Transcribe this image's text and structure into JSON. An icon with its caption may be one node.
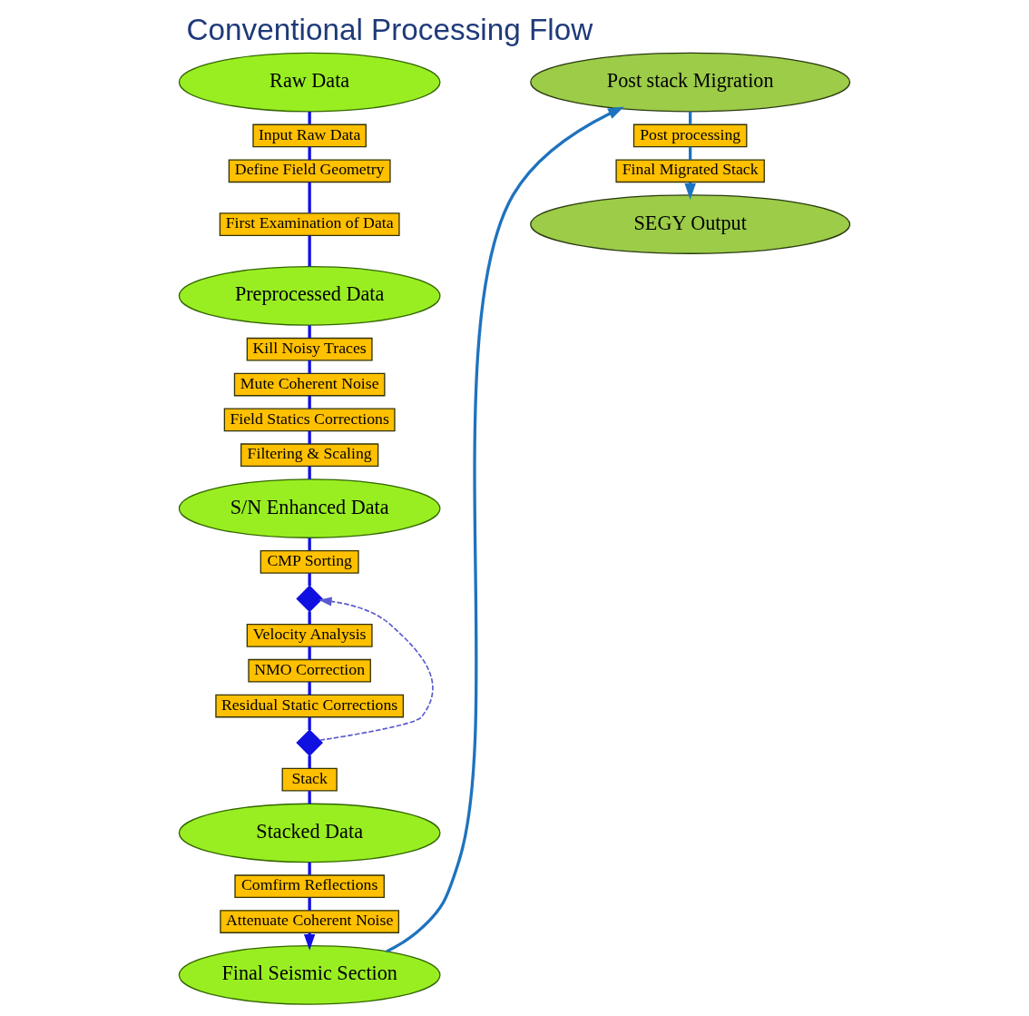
{
  "diagram": {
    "title": "Conventional Processing Flow",
    "nodes": [
      {
        "text": [
          "Raw Data"
        ]
      },
      {
        "text": [
          "Input Raw Data"
        ]
      },
      {
        "text": [
          "Define Field Geometry"
        ]
      },
      {
        "text": [
          "First Examination of Data"
        ]
      },
      {
        "text": [
          "Preprocessed Data"
        ]
      },
      {
        "text": [
          "Kill Noisy Traces"
        ]
      },
      {
        "text": [
          "Mute Coherent Noise"
        ]
      },
      {
        "text": [
          "Field Statics Corrections"
        ]
      },
      {
        "text": [
          "Filtering & Scaling"
        ]
      },
      {
        "text": [
          "S/N Enhanced Data"
        ]
      },
      {
        "text": [
          "CMP Sorting"
        ]
      },
      {
        "text": [],
        "shape": "diamond"
      },
      {
        "text": [
          "Velocity Analysis"
        ]
      },
      {
        "text": [
          "NMO Correction"
        ]
      },
      {
        "text": [
          "Residual Static Corrections"
        ]
      },
      {
        "text": [],
        "shape": "diamond"
      },
      {
        "text": [
          "Stack"
        ]
      },
      {
        "text": [
          "Stacked Data"
        ]
      },
      {
        "text": [
          "Comfirm Reflections"
        ]
      },
      {
        "text": [
          "Attenuate Coherent Noise"
        ]
      },
      {
        "text": [
          "Final Seismic Section"
        ]
      },
      {
        "text": [
          "Post stack Migration"
        ]
      },
      {
        "text": [
          "Post processing"
        ]
      },
      {
        "text": [
          "Final Migrated Stack"
        ]
      },
      {
        "text": [
          "SEGY Output"
        ]
      }
    ],
    "edges": [
      {
        "from": 0,
        "to": 1,
        "arrow": "none"
      },
      {
        "from": 1,
        "to": 2,
        "arrow": "none"
      },
      {
        "from": 2,
        "to": 3,
        "arrow": "none"
      },
      {
        "from": 3,
        "to": 4,
        "arrow": "none"
      },
      {
        "from": 4,
        "to": 5,
        "arrow": "none"
      },
      {
        "from": 5,
        "to": 6,
        "arrow": "none"
      },
      {
        "from": 6,
        "to": 7,
        "arrow": "none"
      },
      {
        "from": 7,
        "to": 8,
        "arrow": "none"
      },
      {
        "from": 8,
        "to": 9,
        "arrow": "none"
      },
      {
        "from": 9,
        "to": 10,
        "arrow": "none"
      },
      {
        "from": 10,
        "to": 11,
        "arrow": "none"
      },
      {
        "from": 11,
        "to": 12,
        "arrow": "none"
      },
      {
        "from": 12,
        "to": 13,
        "arrow": "none"
      },
      {
        "from": 13,
        "to": 14,
        "arrow": "none"
      },
      {
        "from": 14,
        "to": 15,
        "arrow": "none"
      },
      {
        "from": 15,
        "to": 11,
        "arrow": "to",
        "style": "dashed",
        "color": "#5a5ad0"
      },
      {
        "from": 15,
        "to": 16,
        "arrow": "none"
      },
      {
        "from": 16,
        "to": 17,
        "arrow": "none"
      },
      {
        "from": 17,
        "to": 18,
        "arrow": "none"
      },
      {
        "from": 18,
        "to": 19,
        "arrow": "none"
      },
      {
        "from": 19,
        "to": 20,
        "arrow": "to"
      },
      {
        "from": 20,
        "to": 21,
        "arrow": "to",
        "color": "#1e73be"
      },
      {
        "from": 21,
        "to": 22,
        "arrow": "none",
        "color": "#1e73be"
      },
      {
        "from": 22,
        "to": 23,
        "arrow": "none",
        "color": "#1e73be"
      },
      {
        "from": 23,
        "to": 24,
        "arrow": "to",
        "color": "#1e73be"
      }
    ]
  }
}
